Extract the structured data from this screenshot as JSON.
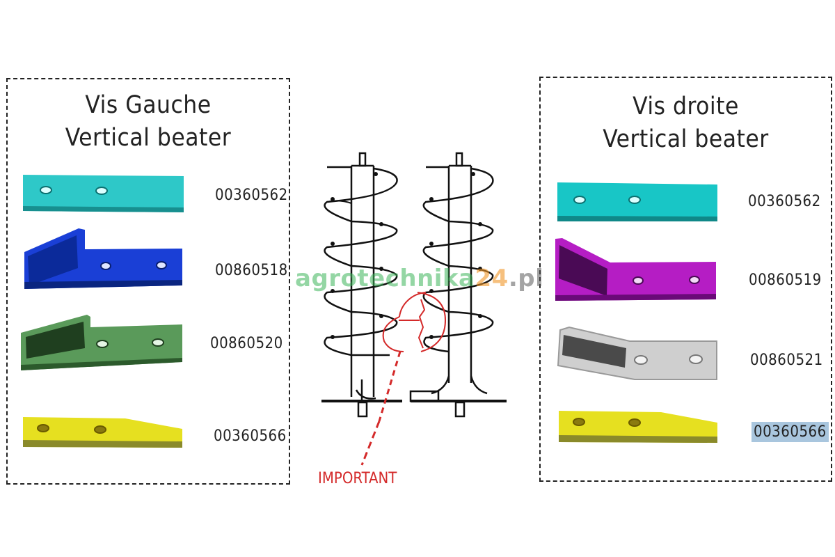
{
  "left_panel": {
    "title_line1": "Vis Gauche",
    "title_line2": "Vertical beater",
    "parts": [
      {
        "number": "00360562",
        "color": "#2ec8c8"
      },
      {
        "number": "00860518",
        "color": "#1a3fd6"
      },
      {
        "number": "00860520",
        "color": "#5a9a5a"
      },
      {
        "number": "00360566",
        "color": "#e6e020"
      }
    ]
  },
  "right_panel": {
    "title_line1": "Vis droite",
    "title_line2": "Vertical beater",
    "parts": [
      {
        "number": "00360562",
        "color": "#18c6c6"
      },
      {
        "number": "00860519",
        "color": "#b51dc4"
      },
      {
        "number": "00860521",
        "color": "#c8c8c8"
      },
      {
        "number": "00360566",
        "color": "#e6e020",
        "highlighted": true
      }
    ]
  },
  "center": {
    "callout_label": "IMPORTANT",
    "callout_color": "#d42a2a"
  },
  "watermark": {
    "part_a": "agrotechnika",
    "part_b": "24",
    "part_c": ".pl"
  }
}
